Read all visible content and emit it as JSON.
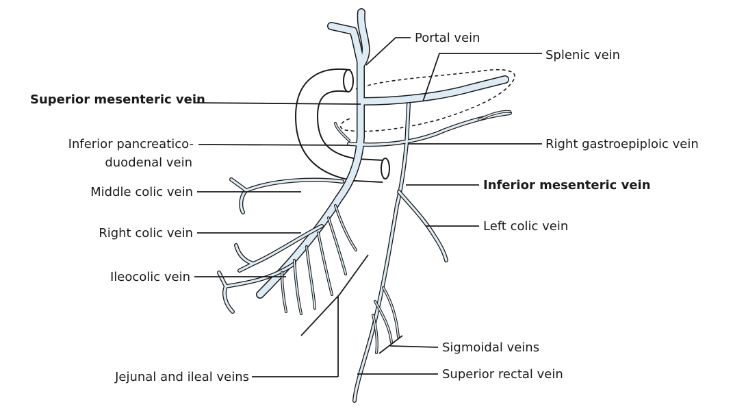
{
  "labels": {
    "portal_vein": "Portal vein",
    "splenic_vein": "Splenic vein",
    "superior_mesenteric_vein": "Superior mesenteric vein",
    "inferior_pancreaticoduodenal_line1": "Inferior pancreatico-",
    "inferior_pancreaticoduodenal_line2": "duodenal vein",
    "right_gastroepiploic_vein": "Right gastroepiploic vein",
    "middle_colic_vein": "Middle colic vein",
    "inferior_mesenteric_vein": "Inferior mesenteric vein",
    "right_colic_vein": "Right colic vein",
    "left_colic_vein": "Left colic vein",
    "ileocolic_vein": "Ileocolic vein",
    "sigmoidal_veins": "Sigmoidal veins",
    "jejunal_and_ileal_veins": "Jejunal and ileal veins",
    "superior_rectal_vein": "Superior rectal vein"
  },
  "colors": {
    "vein_fill": "#dcebf4",
    "outline": "#1a1a1a",
    "duodenum_fill": "#ffffff"
  }
}
